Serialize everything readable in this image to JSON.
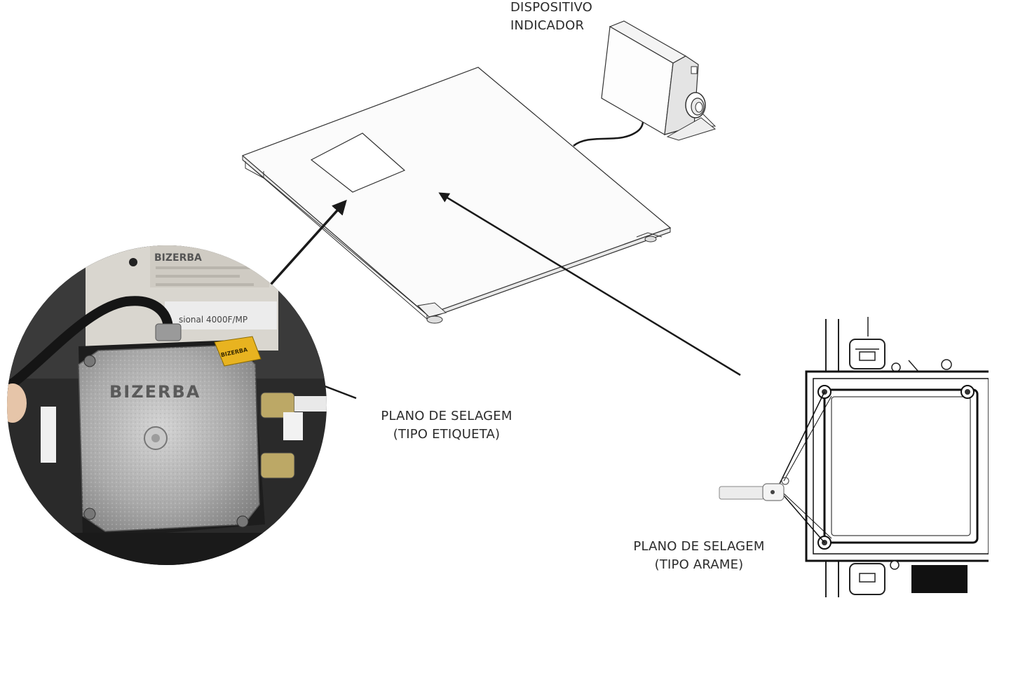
{
  "labels": {
    "indicator": {
      "line1": "DISPOSITIVO",
      "line2": "INDICADOR"
    },
    "tag_seal": {
      "line1": "PLANO DE SELAGEM",
      "line2": "(TIPO ETIQUETA)"
    },
    "wire_seal": {
      "line1": "PLANO DE SELAGEM",
      "line2": "(TIPO ARAME)"
    }
  },
  "photo_text": {
    "brand_plate": "BIZERBA",
    "box_brand": "BIZERBA",
    "model": "sional 4000F/MP",
    "seal_tag_brand": "BIZERBA"
  },
  "colors": {
    "line": "#1a1a1a",
    "label_text": "#2b2b2b",
    "photo_bg": "#2a2a2a",
    "box_metal": "#b8b8b8",
    "seal_tag": "#e8b320"
  }
}
